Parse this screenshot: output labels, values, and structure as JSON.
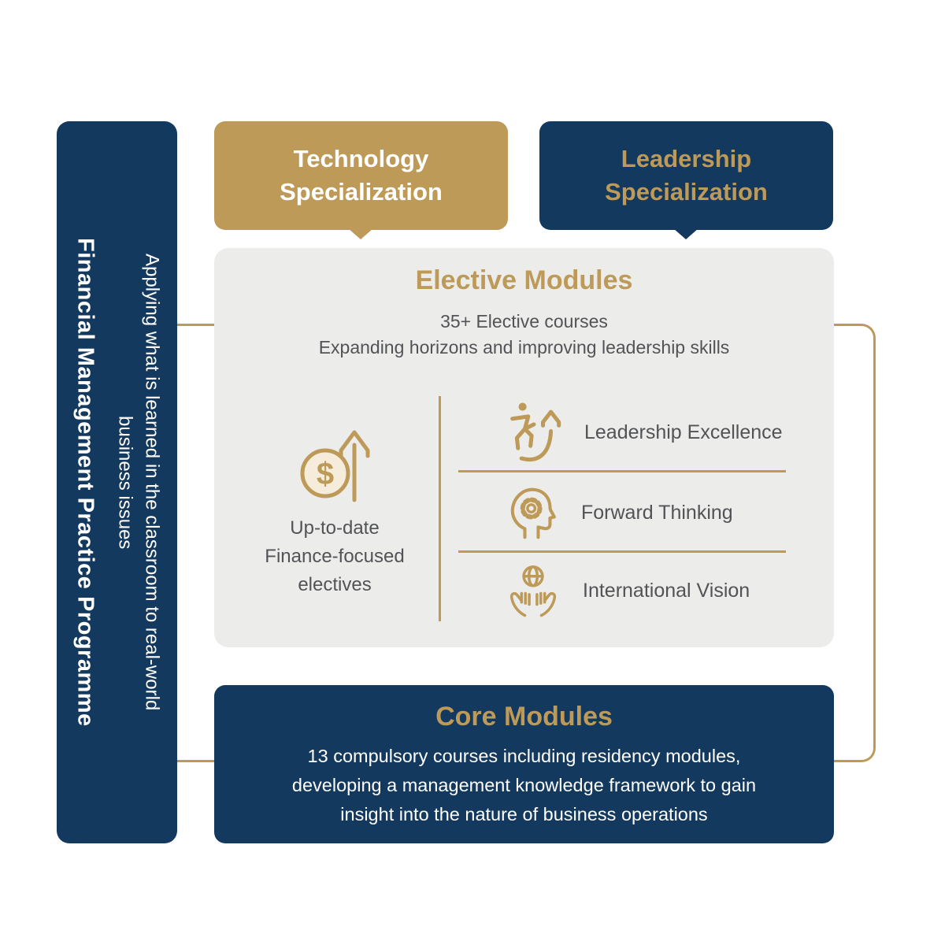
{
  "palette": {
    "navy": "#14395E",
    "gold": "#BE9A59",
    "gray_panel": "#ECECEB",
    "text_gray": "#525356",
    "coin_fill": "#F6ECDB",
    "white": "#FFFFFF"
  },
  "sidebar": {
    "title": "Financial Management Practice Programme",
    "subtitle_line1": "Applying what is learned in the classroom to real-world",
    "subtitle_line2": "business issues"
  },
  "specializations": {
    "technology": {
      "line1": "Technology",
      "line2": "Specialization"
    },
    "leadership": {
      "line1": "Leadership",
      "line2": "Specialization"
    }
  },
  "elective": {
    "title": "Elective Modules",
    "subtitle1": "35+ Elective courses",
    "subtitle2": "Expanding horizons and improving leadership skills",
    "left_item": {
      "icon": "money-growth-icon",
      "line1": "Up-to-date",
      "line2": "Finance-focused",
      "line3": "electives"
    },
    "items": [
      {
        "icon": "leader-growth-icon",
        "label": "Leadership Excellence"
      },
      {
        "icon": "mind-gear-icon",
        "label": "Forward Thinking"
      },
      {
        "icon": "globe-hands-icon",
        "label": "International Vision"
      }
    ]
  },
  "core": {
    "title": "Core Modules",
    "line1": "13 compulsory courses including residency modules,",
    "line2": "developing a management knowledge framework to gain",
    "line3": "insight into the nature of business operations"
  }
}
